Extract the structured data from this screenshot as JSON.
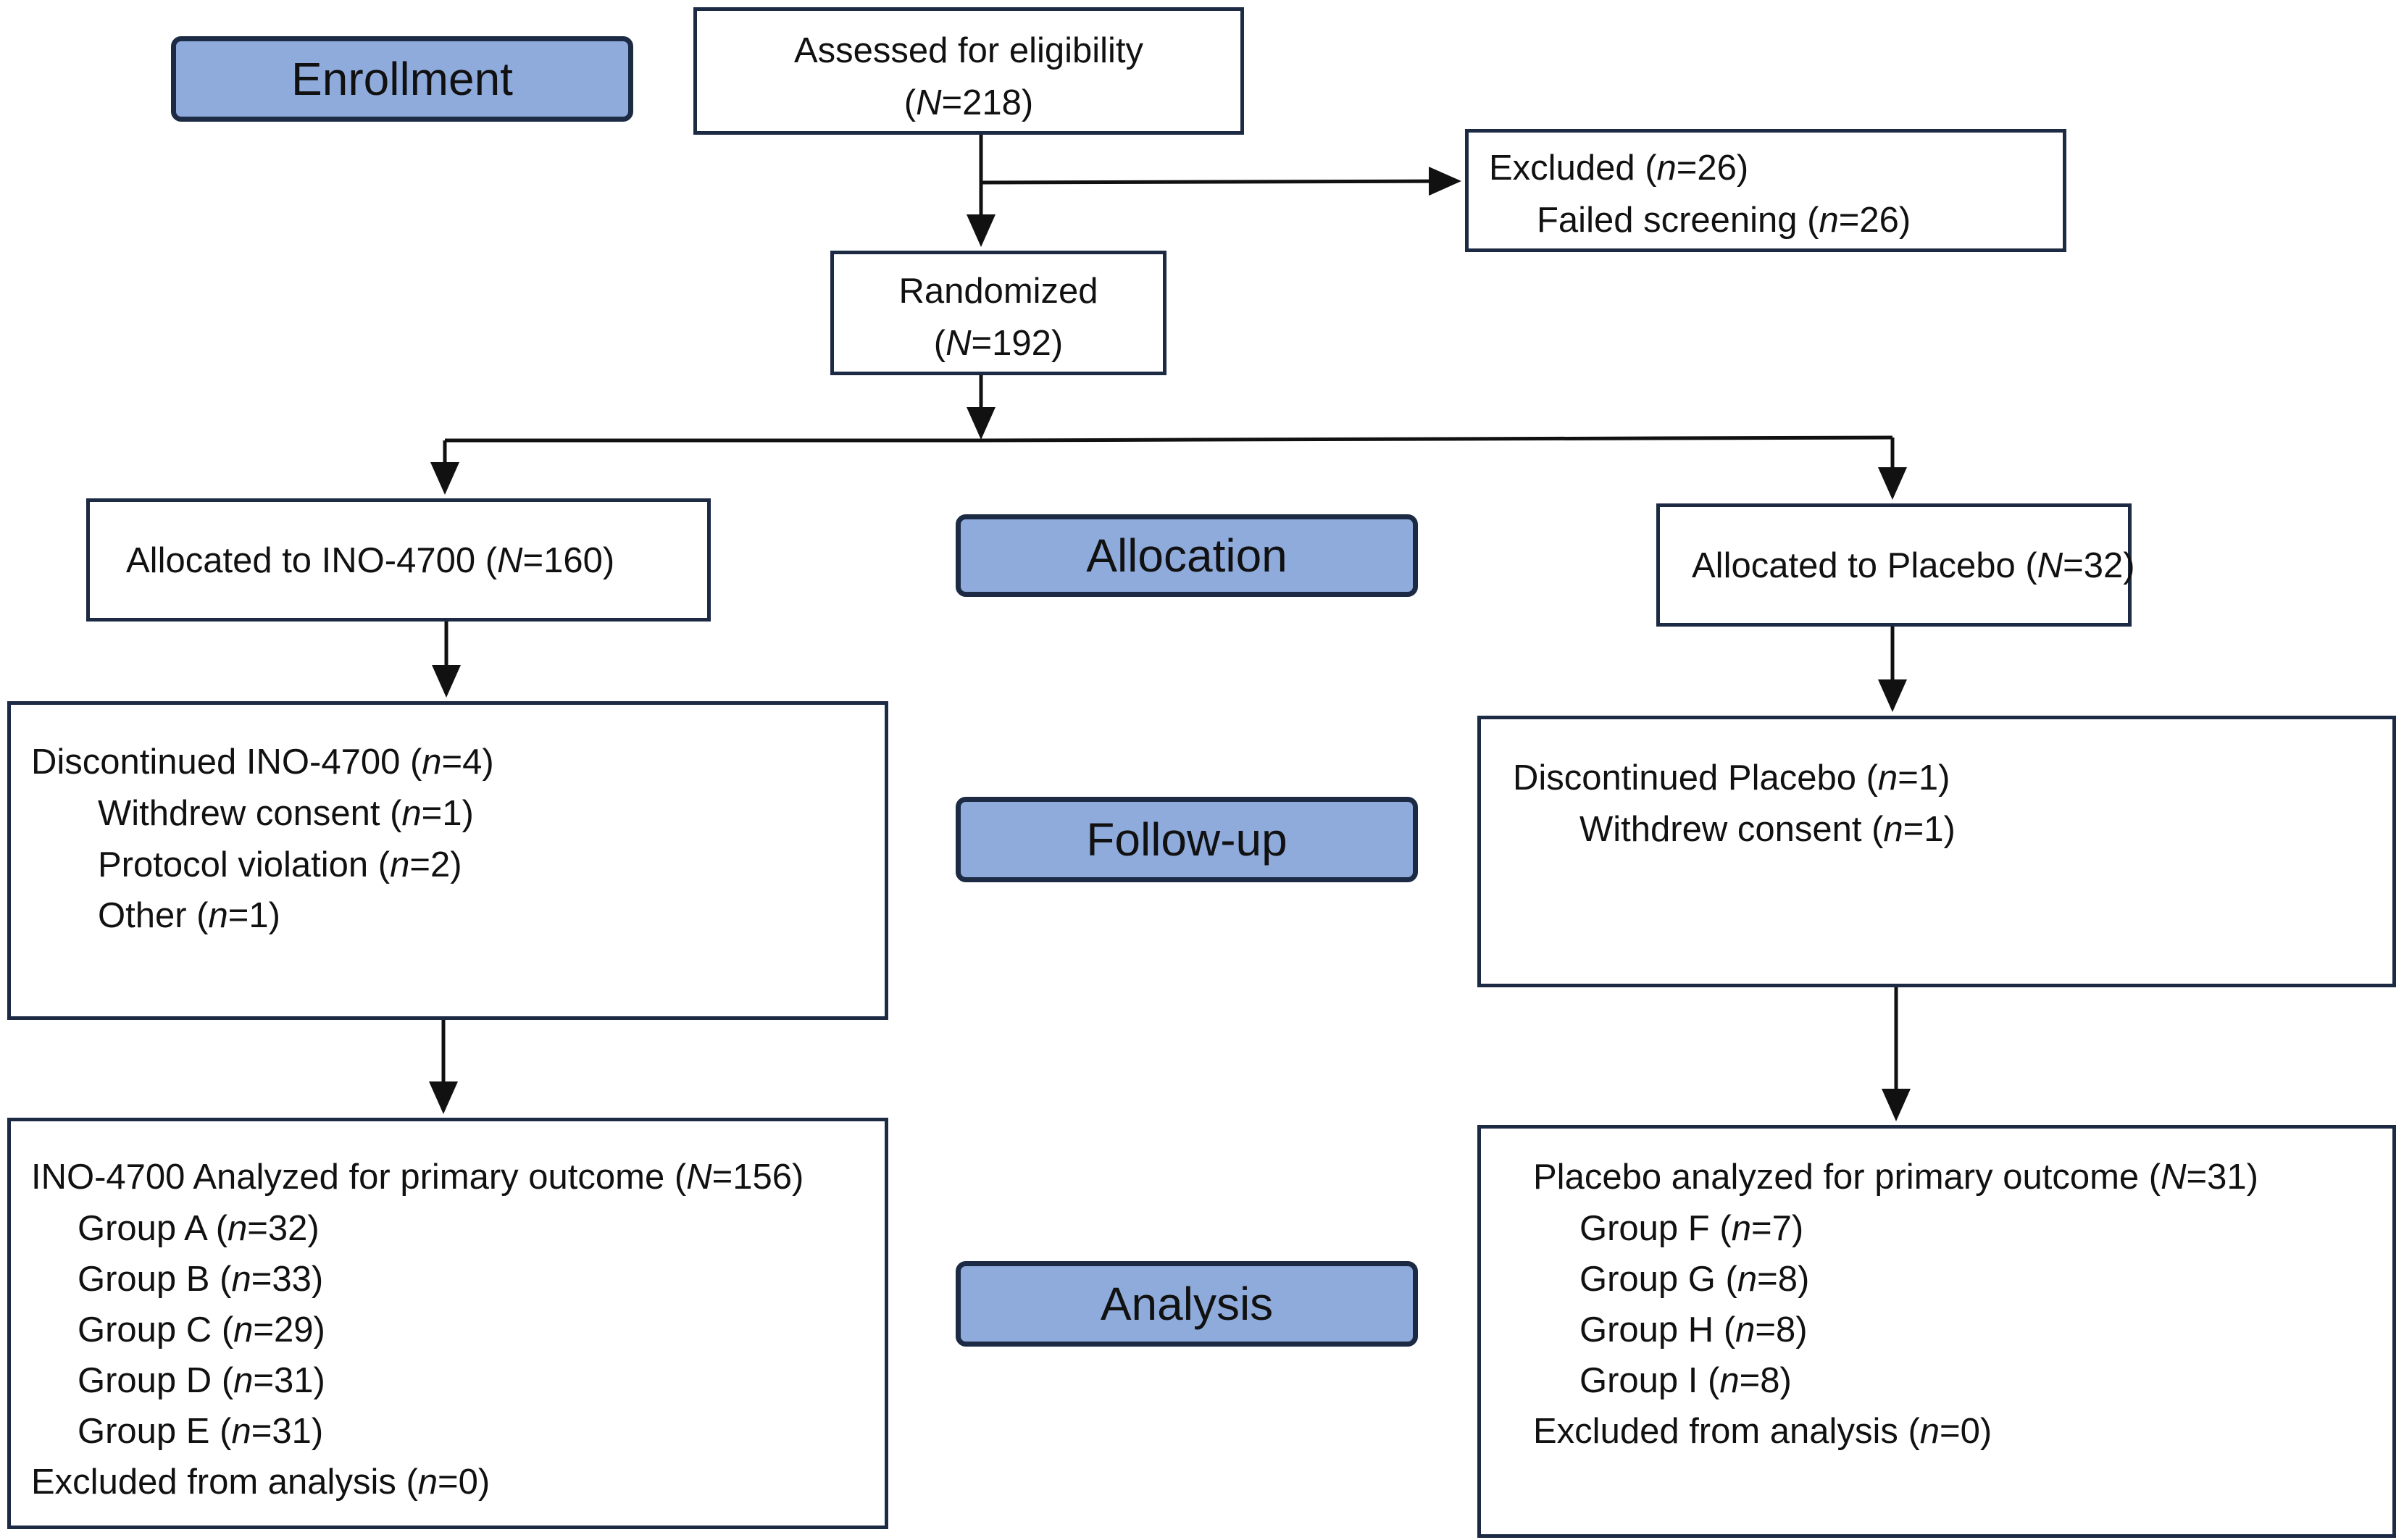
{
  "stages": {
    "enrollment": "Enrollment",
    "allocation": "Allocation",
    "follow_up": "Follow-up",
    "analysis": "Analysis"
  },
  "assessed": {
    "label": "Assessed for eligibility",
    "count": "(N=218)"
  },
  "excluded": {
    "label": "Excluded (n=26)",
    "reason": "Failed screening (n=26)"
  },
  "randomized": {
    "label": "Randomized",
    "count": "(N=192)"
  },
  "ino_arm": {
    "allocated": "Allocated to INO-4700 (N=160)",
    "discontinued": "Discontinued INO-4700 (n=4)",
    "discontinued_reasons": [
      "Withdrew consent (n=1)",
      "Protocol violation (n=2)",
      "Other (n=1)"
    ],
    "analyzed": "INO-4700 Analyzed for primary outcome (N=156)",
    "groups": [
      "Group A (n=32)",
      "Group B (n=33)",
      "Group C (n=29)",
      "Group D (n=31)",
      "Group E (n=31)"
    ],
    "excluded_analysis": "Excluded from analysis (n=0)"
  },
  "placebo_arm": {
    "allocated": "Allocated to Placebo (N=32)",
    "discontinued": "Discontinued Placebo (n=1)",
    "discontinued_reasons": [
      "Withdrew consent (n=1)"
    ],
    "analyzed": "Placebo analyzed for primary outcome (N=31)",
    "groups": [
      "Group F (n=7)",
      "Group G (n=8)",
      "Group H (n=8)",
      "Group I (n=8)"
    ],
    "excluded_analysis": "Excluded from analysis (n=0)"
  },
  "colors": {
    "stage_fill": "#8eabdc",
    "border": "#1c2a44",
    "arrow": "#111111"
  }
}
